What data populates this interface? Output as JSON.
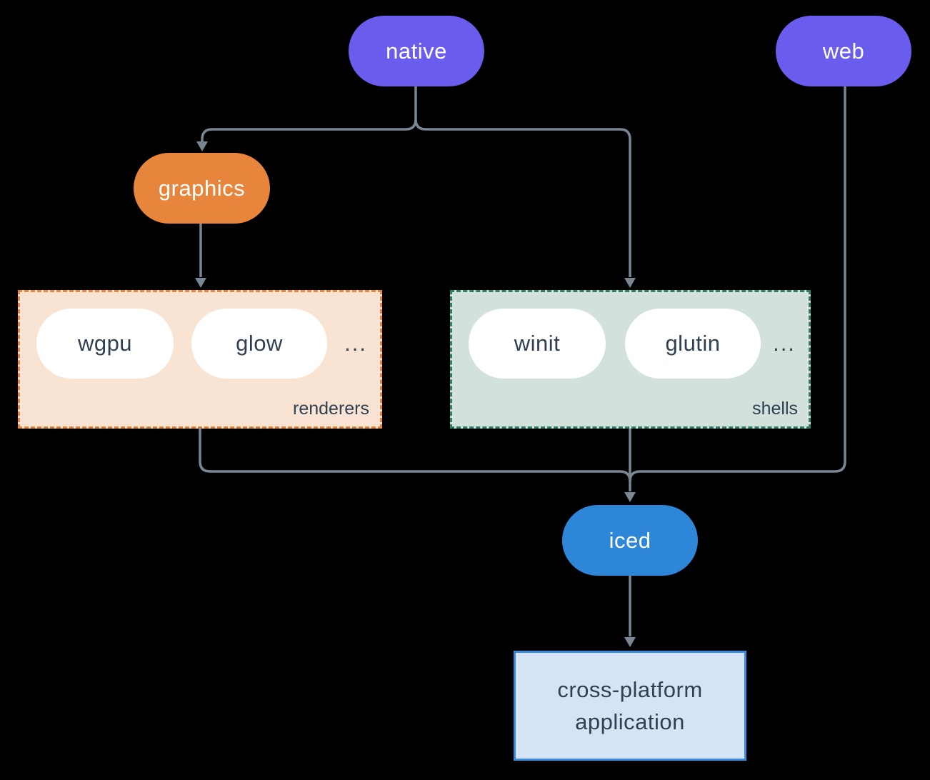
{
  "colors": {
    "background": "#000000",
    "purple": "#6A5CEC",
    "orange": "#E8853D",
    "blue": "#2E86D8",
    "renderers_fill": "#F9E4D4",
    "renderers_border": "#E8853D",
    "shells_fill": "#D2E1DA",
    "shells_border": "#2E7D68",
    "app_fill": "#D4E4F6",
    "app_border": "#3A8BDC",
    "arrow": "#798694",
    "dark_text": "#2F4053",
    "light_text": "#FFFFFF",
    "pill_fill": "#FFFFFF"
  },
  "nodes": {
    "native": {
      "label": "native"
    },
    "web": {
      "label": "web"
    },
    "graphics": {
      "label": "graphics"
    },
    "iced": {
      "label": "iced"
    },
    "wgpu": {
      "label": "wgpu"
    },
    "glow": {
      "label": "glow"
    },
    "winit": {
      "label": "winit"
    },
    "glutin": {
      "label": "glutin"
    },
    "app": {
      "line1": "cross-platform",
      "line2": "application"
    }
  },
  "groups": {
    "renderers": {
      "label": "renderers",
      "ellipsis": "..."
    },
    "shells": {
      "label": "shells",
      "ellipsis": "..."
    }
  }
}
